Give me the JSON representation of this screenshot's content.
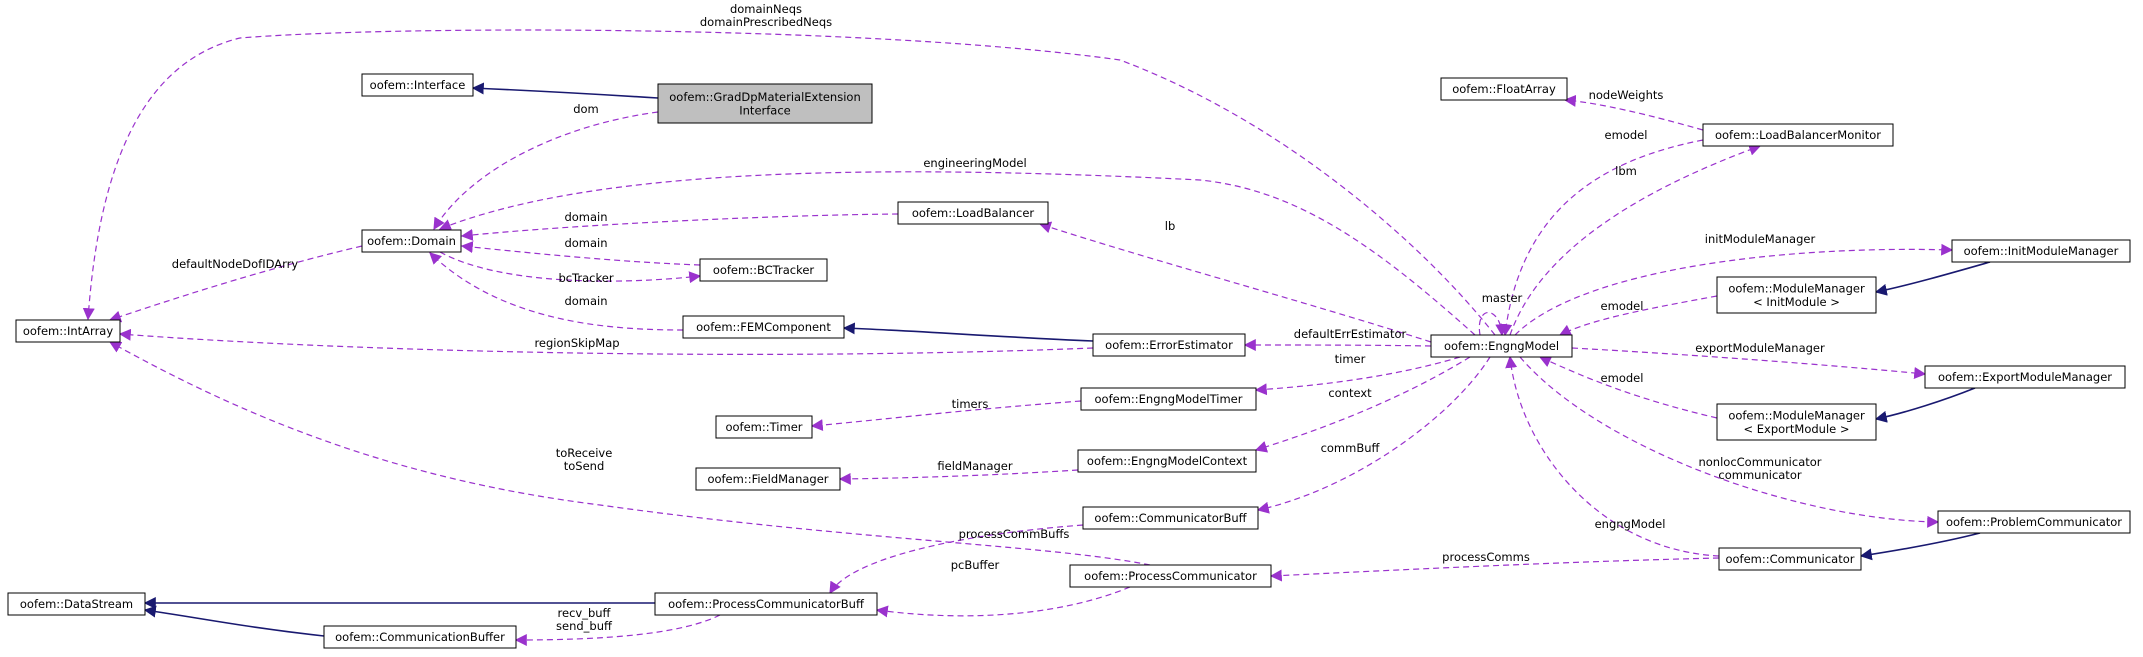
{
  "diagram": {
    "nodes": [
      {
        "id": "gdpmei",
        "lines": [
          "oofem::GradDpMaterialExtension",
          "Interface"
        ],
        "highlighted": true
      },
      {
        "id": "interface",
        "lines": [
          "oofem::Interface"
        ]
      },
      {
        "id": "domain",
        "lines": [
          "oofem::Domain"
        ]
      },
      {
        "id": "intarray",
        "lines": [
          "oofem::IntArray"
        ]
      },
      {
        "id": "loadbalancer",
        "lines": [
          "oofem::LoadBalancer"
        ]
      },
      {
        "id": "bctracker",
        "lines": [
          "oofem::BCTracker"
        ]
      },
      {
        "id": "femcomponent",
        "lines": [
          "oofem::FEMComponent"
        ]
      },
      {
        "id": "errorestimator",
        "lines": [
          "oofem::ErrorEstimator"
        ]
      },
      {
        "id": "engngmodel",
        "lines": [
          "oofem::EngngModel"
        ]
      },
      {
        "id": "floatarray",
        "lines": [
          "oofem::FloatArray"
        ]
      },
      {
        "id": "lbmonitor",
        "lines": [
          "oofem::LoadBalancerMonitor"
        ]
      },
      {
        "id": "initmodulemanager",
        "lines": [
          "oofem::InitModuleManager"
        ]
      },
      {
        "id": "mm_init",
        "lines": [
          "oofem::ModuleManager",
          "< InitModule >"
        ]
      },
      {
        "id": "exportmodulemanager",
        "lines": [
          "oofem::ExportModuleManager"
        ]
      },
      {
        "id": "mm_export",
        "lines": [
          "oofem::ModuleManager",
          "< ExportModule >"
        ]
      },
      {
        "id": "problemcommunicator",
        "lines": [
          "oofem::ProblemCommunicator"
        ]
      },
      {
        "id": "communicator",
        "lines": [
          "oofem::Communicator"
        ]
      },
      {
        "id": "timer",
        "lines": [
          "oofem::Timer"
        ]
      },
      {
        "id": "engngmodeltimer",
        "lines": [
          "oofem::EngngModelTimer"
        ]
      },
      {
        "id": "fieldmanager",
        "lines": [
          "oofem::FieldManager"
        ]
      },
      {
        "id": "engngmodelcontext",
        "lines": [
          "oofem::EngngModelContext"
        ]
      },
      {
        "id": "communicatorbuff",
        "lines": [
          "oofem::CommunicatorBuff"
        ]
      },
      {
        "id": "processcommunicator",
        "lines": [
          "oofem::ProcessCommunicator"
        ]
      },
      {
        "id": "datastream",
        "lines": [
          "oofem::DataStream"
        ]
      },
      {
        "id": "processcommunicatorbuff",
        "lines": [
          "oofem::ProcessCommunicatorBuff"
        ]
      },
      {
        "id": "communicationbuffer",
        "lines": [
          "oofem::CommunicationBuffer"
        ]
      }
    ],
    "edges": [
      {
        "id": "inh-gdpmei-interface",
        "kind": "inheritance",
        "from": "gdpmei",
        "to": "interface",
        "label": []
      },
      {
        "id": "inh-errorestimator-femcomponent",
        "kind": "inheritance",
        "from": "errorestimator",
        "to": "femcomponent",
        "label": []
      },
      {
        "id": "inh-initmodulemanager-mminit",
        "kind": "inheritance",
        "from": "initmodulemanager",
        "to": "mm_init",
        "label": []
      },
      {
        "id": "inh-exportmodulemanager-mmexport",
        "kind": "inheritance",
        "from": "exportmodulemanager",
        "to": "mm_export",
        "label": []
      },
      {
        "id": "inh-problemcommunicator-communicator",
        "kind": "inheritance",
        "from": "problemcommunicator",
        "to": "communicator",
        "label": []
      },
      {
        "id": "inh-pcb-datastream",
        "kind": "inheritance",
        "from": "processcommunicatorbuff",
        "to": "datastream",
        "label": []
      },
      {
        "id": "inh-combuffer-datastream",
        "kind": "inheritance",
        "from": "communicationbuffer",
        "to": "datastream",
        "label": []
      },
      {
        "id": "use-gdpmei-domain",
        "kind": "usage",
        "from": "gdpmei",
        "to": "domain",
        "label": [
          "dom"
        ]
      },
      {
        "id": "use-engngmodel-intarray",
        "kind": "usage",
        "from": "engngmodel",
        "to": "intarray",
        "label": [
          "domainNeqs",
          "domainPrescribedNeqs"
        ]
      },
      {
        "id": "use-engngmodel-domain",
        "kind": "usage",
        "from": "engngmodel",
        "to": "domain",
        "label": [
          "engineeringModel"
        ]
      },
      {
        "id": "use-loadbalancer-domain",
        "kind": "usage",
        "from": "loadbalancer",
        "to": "domain",
        "label": [
          "domain"
        ]
      },
      {
        "id": "use-bctracker-domain",
        "kind": "usage",
        "from": "bctracker",
        "to": "domain",
        "label": [
          "domain"
        ]
      },
      {
        "id": "use-domain-bctracker",
        "kind": "usage",
        "from": "domain",
        "to": "bctracker",
        "label": [
          "bcTracker"
        ]
      },
      {
        "id": "use-femcomponent-domain",
        "kind": "usage",
        "from": "femcomponent",
        "to": "domain",
        "label": [
          "domain"
        ]
      },
      {
        "id": "use-domain-intarray",
        "kind": "usage",
        "from": "domain",
        "to": "intarray",
        "label": [
          "defaultNodeDofIDArry"
        ]
      },
      {
        "id": "use-errorestimator-intarray",
        "kind": "usage",
        "from": "errorestimator",
        "to": "intarray",
        "label": [
          "regionSkipMap"
        ]
      },
      {
        "id": "use-engngmodel-loadbalancer",
        "kind": "usage",
        "from": "engngmodel",
        "to": "loadbalancer",
        "label": [
          "lb"
        ]
      },
      {
        "id": "use-engngmodel-errorestimator",
        "kind": "usage",
        "from": "engngmodel",
        "to": "errorestimator",
        "label": [
          "defaultErrEstimator"
        ]
      },
      {
        "id": "use-engngmodel-self",
        "kind": "usage",
        "from": "engngmodel",
        "to": "engngmodel",
        "label": [
          "master"
        ]
      },
      {
        "id": "use-lbmonitor-floatarray",
        "kind": "usage",
        "from": "lbmonitor",
        "to": "floatarray",
        "label": [
          "nodeWeights"
        ]
      },
      {
        "id": "use-lbmonitor-engngmodel",
        "kind": "usage",
        "from": "lbmonitor",
        "to": "engngmodel",
        "label": [
          "emodel"
        ]
      },
      {
        "id": "use-engngmodel-lbmonitor",
        "kind": "usage",
        "from": "engngmodel",
        "to": "lbmonitor",
        "label": [
          "lbm"
        ]
      },
      {
        "id": "use-engngmodel-initmodulemanager",
        "kind": "usage",
        "from": "engngmodel",
        "to": "initmodulemanager",
        "label": [
          "initModuleManager"
        ]
      },
      {
        "id": "use-mminit-engngmodel",
        "kind": "usage",
        "from": "mm_init",
        "to": "engngmodel",
        "label": [
          "emodel"
        ]
      },
      {
        "id": "use-engngmodel-exportmodulemanager",
        "kind": "usage",
        "from": "engngmodel",
        "to": "exportmodulemanager",
        "label": [
          "exportModuleManager"
        ]
      },
      {
        "id": "use-mmexport-engngmodel",
        "kind": "usage",
        "from": "mm_export",
        "to": "engngmodel",
        "label": [
          "emodel"
        ]
      },
      {
        "id": "use-engngmodel-problemcommunicator",
        "kind": "usage",
        "from": "engngmodel",
        "to": "problemcommunicator",
        "label": [
          "nonlocCommunicator",
          "communicator"
        ]
      },
      {
        "id": "use-communicator-engngmodel",
        "kind": "usage",
        "from": "communicator",
        "to": "engngmodel",
        "label": [
          "engngModel"
        ]
      },
      {
        "id": "use-engngmodel-engngmodeltimer",
        "kind": "usage",
        "from": "engngmodel",
        "to": "engngmodeltimer",
        "label": [
          "timer"
        ]
      },
      {
        "id": "use-engngmodeltimer-timer",
        "kind": "usage",
        "from": "engngmodeltimer",
        "to": "timer",
        "label": [
          "timers"
        ]
      },
      {
        "id": "use-engngmodel-engngmodelcontext",
        "kind": "usage",
        "from": "engngmodel",
        "to": "engngmodelcontext",
        "label": [
          "context"
        ]
      },
      {
        "id": "use-engngmodelcontext-fieldmanager",
        "kind": "usage",
        "from": "engngmodelcontext",
        "to": "fieldmanager",
        "label": [
          "fieldManager"
        ]
      },
      {
        "id": "use-engngmodel-communicatorbuff",
        "kind": "usage",
        "from": "engngmodel",
        "to": "communicatorbuff",
        "label": [
          "commBuff"
        ]
      },
      {
        "id": "use-processcommunicator-intarray",
        "kind": "usage",
        "from": "processcommunicator",
        "to": "intarray",
        "label": [
          "toReceive",
          "toSend"
        ]
      },
      {
        "id": "use-communicatorbuff-pcb",
        "kind": "usage",
        "from": "communicatorbuff",
        "to": "processcommunicatorbuff",
        "label": [
          "processCommBuffs"
        ]
      },
      {
        "id": "use-communicator-processcommunicator",
        "kind": "usage",
        "from": "communicator",
        "to": "processcommunicator",
        "label": [
          "processComms"
        ]
      },
      {
        "id": "use-processcommunicator-pcb",
        "kind": "usage",
        "from": "processcommunicator",
        "to": "processcommunicatorbuff",
        "label": [
          "pcBuffer"
        ]
      },
      {
        "id": "use-pcb-combuffer",
        "kind": "usage",
        "from": "processcommunicatorbuff",
        "to": "communicationbuffer",
        "label": [
          "recv_buff",
          "send_buff"
        ]
      }
    ],
    "colors": {
      "usage": "#9a32cd",
      "inheritance": "#191970",
      "node_border": "#000000",
      "node_fill": "#ffffff",
      "highlight_fill": "#bfbfbf",
      "text": "#000000"
    }
  }
}
